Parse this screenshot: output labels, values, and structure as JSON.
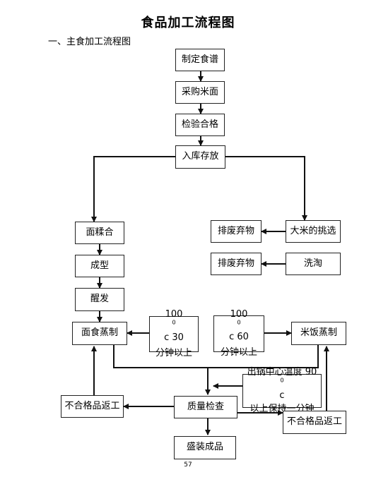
{
  "title": "食品加工流程图",
  "subtitle": "一、主食加工流程图",
  "boxes": {
    "recipe": "制定食谱",
    "purchase": "采购米面",
    "inspect": "检验合格",
    "storage": "入库存放",
    "dough": "面糅合",
    "shaping": "成型",
    "proofing": "醒发",
    "steam_pastry": "面食蒸制",
    "discard1": "排废弃物",
    "select_rice": "大米的挑选",
    "discard2": "排废弃物",
    "wash": "洗淘",
    "steam_rice": "米饭蒸制",
    "temp_note_left": {
      "line1_pre": "100",
      "line1_sup": "0",
      "line1_post": "c 30",
      "line2": "分钟以上"
    },
    "temp_note_right": {
      "line1_pre": "100",
      "line1_sup": "0",
      "line1_post": "c 60",
      "line2": "分钟以上"
    },
    "core_temp": {
      "line1_pre": "出锅中心温度 90",
      "line1_sup": "0",
      "line1_post": "c",
      "line2": "以上保持一分钟"
    },
    "quality": "质量检查",
    "reject_left": "不合格品返工",
    "reject_right": "不合格品返工",
    "packaging": "盛装成品"
  },
  "page_number": "57"
}
